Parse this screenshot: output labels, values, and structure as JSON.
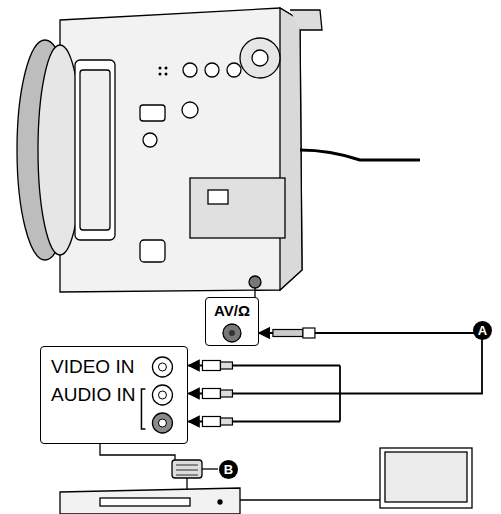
{
  "diagram": {
    "nodes": [
      {
        "text": [
          "AV/Ω"
        ]
      },
      {
        "text": [
          "VIDEO IN",
          "AUDIO IN"
        ]
      }
    ],
    "edges": [
      {
        "from": 0,
        "to": 1,
        "arrow": "both"
      }
    ],
    "labels": [
      "A",
      "B"
    ]
  }
}
